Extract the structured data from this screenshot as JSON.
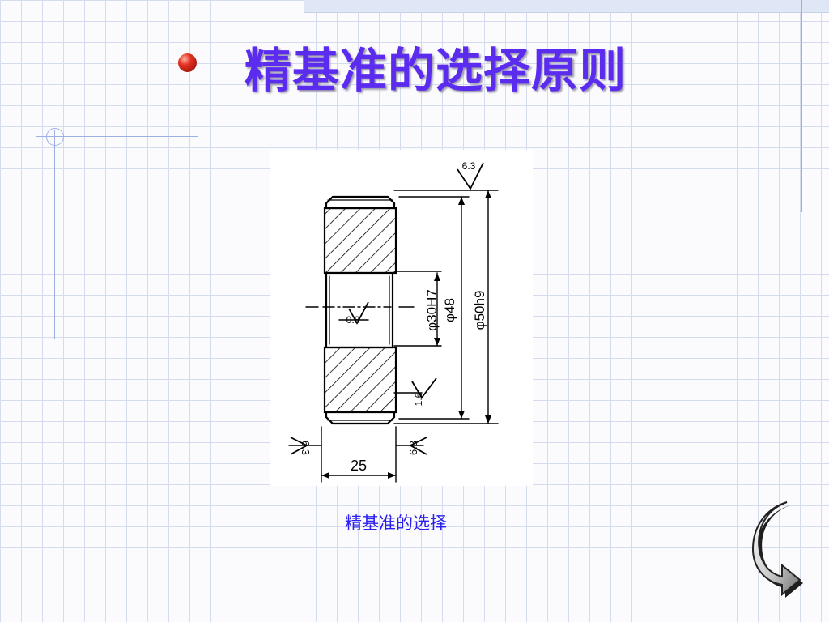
{
  "slide": {
    "title": "精基准的选择原则",
    "caption": "精基准的选择"
  },
  "drawing": {
    "dim_bore": "φ30H7",
    "dim_inner": "φ48",
    "dim_outer": "φ50h9",
    "width": "25",
    "rough_top": "6.3",
    "rough_bore": "0.8",
    "rough_face_inner": "1.6",
    "rough_left": "6.3",
    "rough_right": "6.3"
  },
  "colors": {
    "title": "#5b2cf0",
    "caption": "#2c20ee",
    "rule": "#9db0e6"
  },
  "icons": {
    "bullet": "red-sphere-bullet-icon",
    "nav": "return-arrow-icon"
  }
}
